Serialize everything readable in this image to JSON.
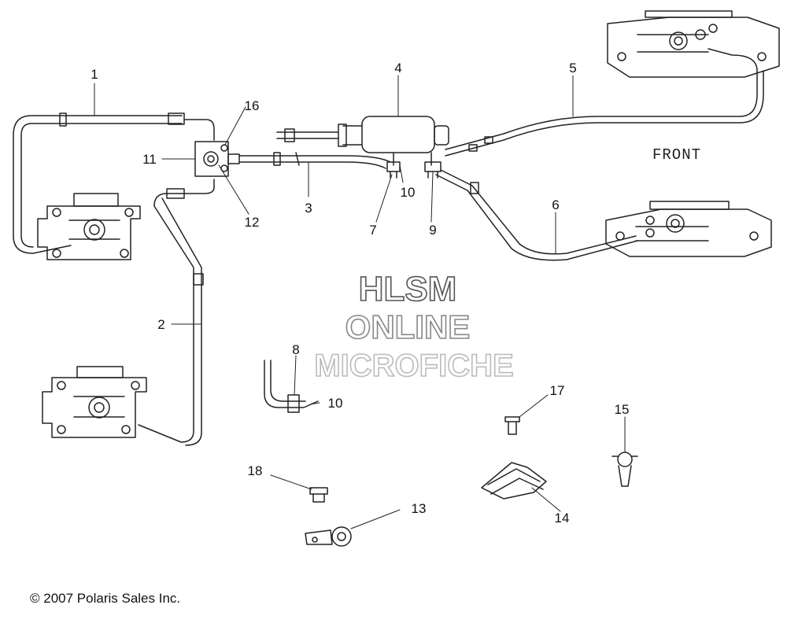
{
  "callouts": [
    {
      "id": "1",
      "label": "1"
    },
    {
      "id": "2",
      "label": "2"
    },
    {
      "id": "3",
      "label": "3"
    },
    {
      "id": "4",
      "label": "4"
    },
    {
      "id": "5",
      "label": "5"
    },
    {
      "id": "6",
      "label": "6"
    },
    {
      "id": "7",
      "label": "7"
    },
    {
      "id": "8",
      "label": "8"
    },
    {
      "id": "9",
      "label": "9"
    },
    {
      "id": "10a",
      "label": "10"
    },
    {
      "id": "10b",
      "label": "10"
    },
    {
      "id": "11",
      "label": "11"
    },
    {
      "id": "12",
      "label": "12"
    },
    {
      "id": "13",
      "label": "13"
    },
    {
      "id": "14",
      "label": "14"
    },
    {
      "id": "15",
      "label": "15"
    },
    {
      "id": "16",
      "label": "16"
    },
    {
      "id": "17",
      "label": "17"
    },
    {
      "id": "18",
      "label": "18"
    }
  ],
  "front_label": "FRONT",
  "watermark": {
    "line1": "HLSM",
    "line2": "ONLINE",
    "line3": "MICROFICHE"
  },
  "copyright": "© 2007 Polaris Sales Inc.",
  "colors": {
    "line": "#222222",
    "watermark1": "#555555",
    "watermark2": "#888888",
    "watermark3": "#bbbbbb"
  }
}
